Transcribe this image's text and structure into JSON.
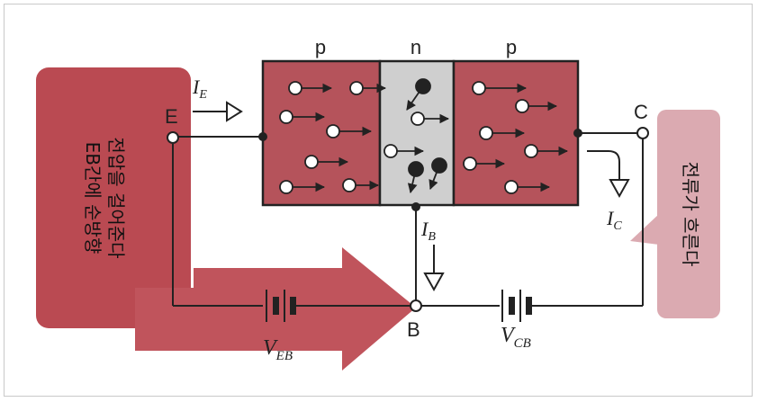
{
  "regions": {
    "left": "p",
    "middle": "n",
    "right": "p"
  },
  "terminals": {
    "emitter": "E",
    "collector": "C",
    "base": "B"
  },
  "currents": {
    "ie": {
      "main": "I",
      "sub": "E"
    },
    "ib": {
      "main": "I",
      "sub": "B"
    },
    "ic": {
      "main": "I",
      "sub": "C"
    }
  },
  "voltages": {
    "veb": {
      "main": "V",
      "sub": "EB"
    },
    "vcb": {
      "main": "V",
      "sub": "CB"
    }
  },
  "callouts": {
    "left_line1": "EB간에 순방향",
    "left_line2": "전압을 걸어준다",
    "right_line1": "전류가 흐른다"
  },
  "colors": {
    "p_region": "#b5535b",
    "n_region": "#cfcfcf",
    "callout": "#ba4a52",
    "callout_light": "#dbaab1",
    "wire": "#222222"
  }
}
